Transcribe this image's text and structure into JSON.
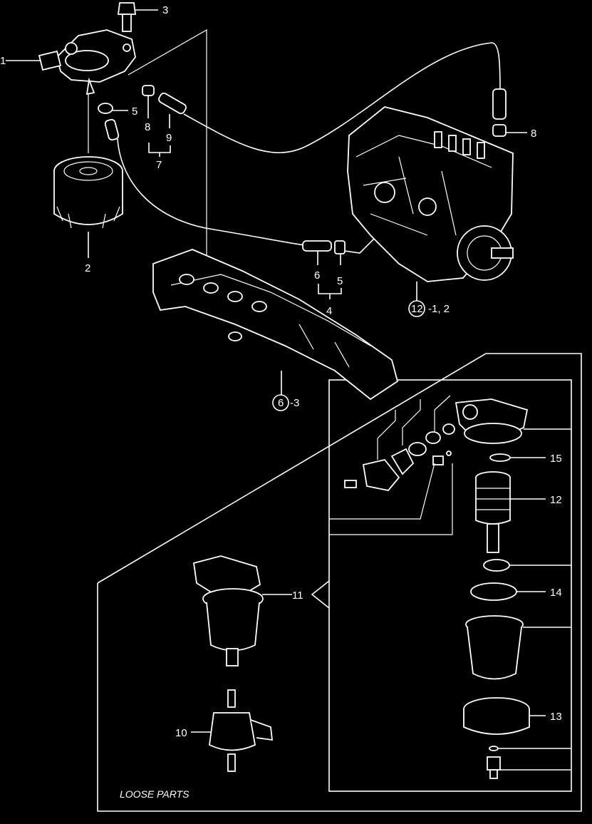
{
  "labels": {
    "l1": "1",
    "l2": "2",
    "l3": "3",
    "l5a": "5",
    "l8a": "8",
    "l9": "9",
    "l7": "7",
    "l8b": "8",
    "l6a": "6",
    "l5b": "5",
    "l4": "4",
    "l12circle": "12",
    "l12suffix": "-1, 2",
    "l6circle": "6",
    "l6suffix": "-3",
    "l15": "15",
    "l12": "12",
    "l14": "14",
    "l13": "13",
    "l11": "11",
    "l10": "10"
  },
  "loose_parts": "LOOSE PARTS",
  "colors": {
    "background": "#000000",
    "line": "#ffffff"
  }
}
